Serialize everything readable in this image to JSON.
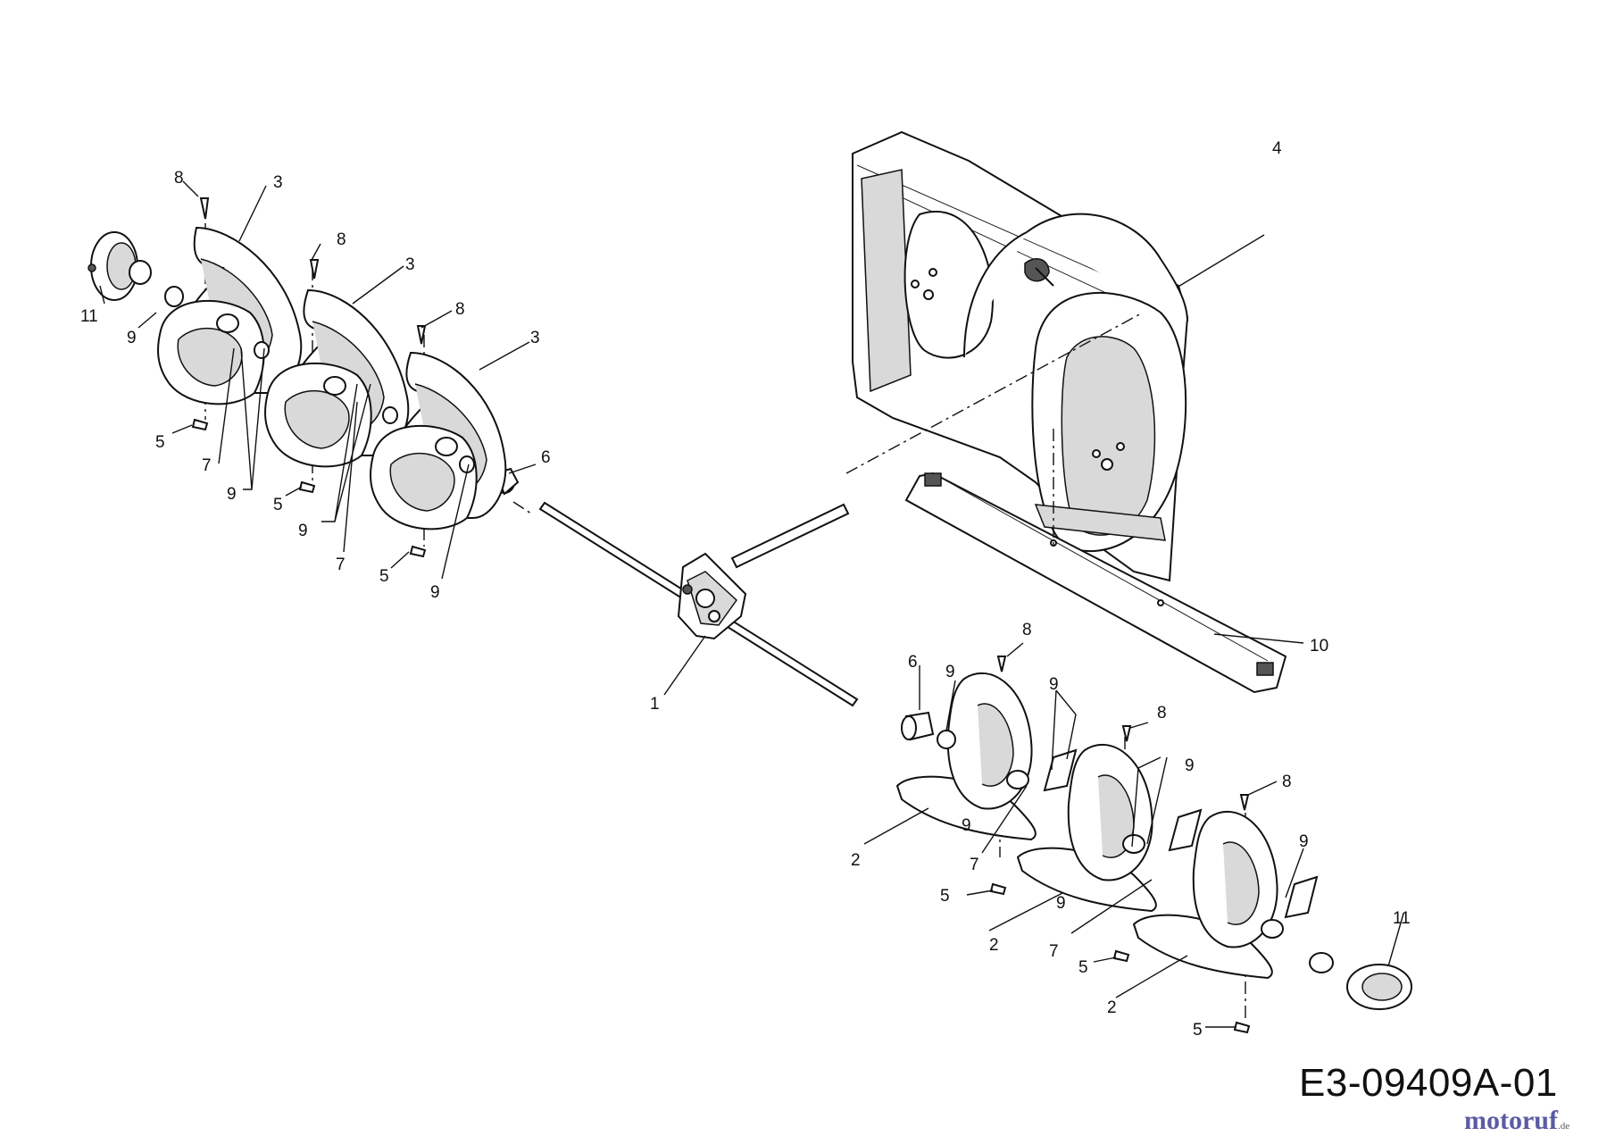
{
  "drawing": {
    "reference_code": "E3-09409A-01",
    "watermark": {
      "text": "motoruf",
      "suffix": ".de"
    }
  },
  "callouts": [
    "1",
    "2",
    "2",
    "2",
    "3",
    "3",
    "3",
    "4",
    "5",
    "5",
    "5",
    "5",
    "5",
    "5",
    "6",
    "6",
    "7",
    "7",
    "7",
    "7",
    "8",
    "8",
    "8",
    "8",
    "8",
    "8",
    "9",
    "9",
    "9",
    "9",
    "9",
    "9",
    "9",
    "9",
    "9",
    "9",
    "10",
    "11",
    "11"
  ],
  "parts": [
    {
      "number": "1",
      "kind": "impeller-gearbox-and-shaft"
    },
    {
      "number": "2",
      "kind": "auger-flighting-lower"
    },
    {
      "number": "3",
      "kind": "auger-flighting-upper"
    },
    {
      "number": "4",
      "kind": "auger-housing"
    },
    {
      "number": "5",
      "kind": "lock-nut"
    },
    {
      "number": "6",
      "kind": "spacer"
    },
    {
      "number": "7",
      "kind": "auger-hub"
    },
    {
      "number": "8",
      "kind": "shear-bolt"
    },
    {
      "number": "9",
      "kind": "flange-bushing"
    },
    {
      "number": "10",
      "kind": "cross-brace"
    },
    {
      "number": "11",
      "kind": "bearing-housing"
    }
  ]
}
